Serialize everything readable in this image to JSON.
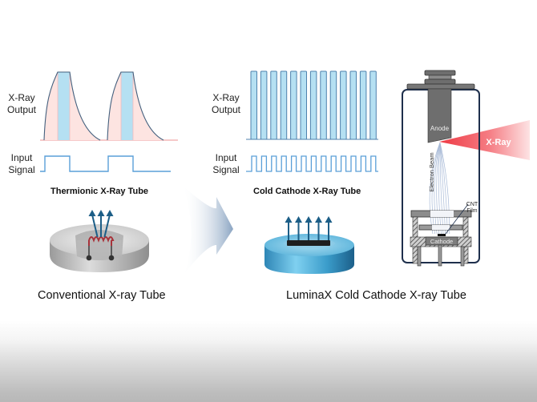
{
  "thermionic": {
    "xray_output_label": [
      "X-Ray",
      "Output"
    ],
    "input_signal_label": [
      "Input",
      "Signal"
    ],
    "title": "Thermionic X-Ray Tube",
    "pulse_count": 2
  },
  "cold_cathode": {
    "xray_output_label": [
      "X-Ray",
      "Output"
    ],
    "input_signal_label": [
      "Input",
      "Signal"
    ],
    "title": "Cold Cathode X-Ray Tube",
    "pulse_count": 13
  },
  "conventional": {
    "caption": "Conventional X-ray Tube",
    "emission_arrow_count": 3
  },
  "luminax": {
    "caption": "LuminaX Cold Cathode X-ray Tube",
    "emission_arrow_count": 5
  },
  "tube_diagram": {
    "anode_label": "Anode",
    "xray_label": "X-Ray",
    "electron_beam_label": "Electron Beam",
    "cnt_film_label": [
      "CNT",
      "Film"
    ],
    "cathode_label": "Cathode"
  },
  "colors": {
    "pulse_fill": "#b5e0f2",
    "pulse_stroke": "#4f82ad",
    "decay_fill": "#fde4e1",
    "decay_curve": "#44607e",
    "input_signal": "#5a9fd8",
    "arrow_blue": "#1c5e87",
    "xray_red": "#f0404a",
    "tube_outline": "#1e2f4c",
    "anode_gray": "#6e6e6e",
    "disk_blue": "#4aa9d4",
    "filament_red": "#a8323a"
  }
}
